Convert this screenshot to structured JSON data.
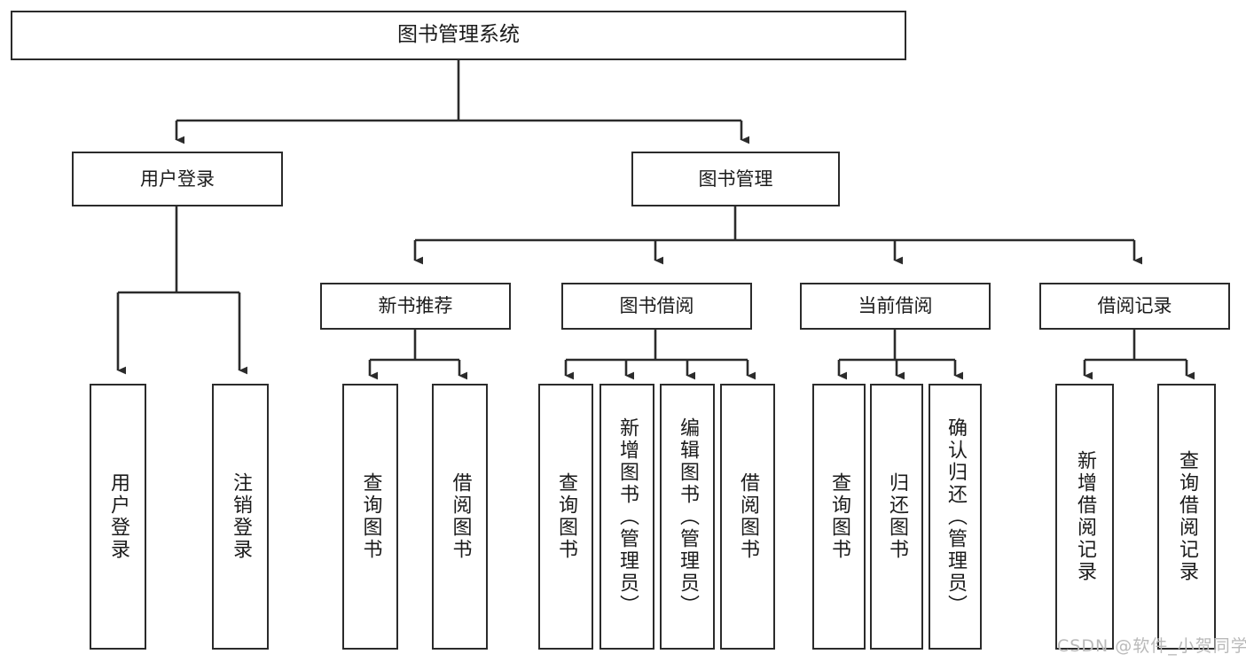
{
  "diagram": {
    "title_node": {
      "label": "图书管理系统"
    },
    "level1": [
      {
        "key": "user_login",
        "label": "用户登录"
      },
      {
        "key": "book_manage",
        "label": "图书管理"
      }
    ],
    "level2": [
      {
        "key": "new_book_rec",
        "label": "新书推荐"
      },
      {
        "key": "book_borrow",
        "label": "图书借阅"
      },
      {
        "key": "current_borrow",
        "label": "当前借阅"
      },
      {
        "key": "borrow_record",
        "label": "借阅记录"
      }
    ],
    "leaves": {
      "user_login": [
        {
          "key": "leaf_user_login",
          "label": "用户登录"
        },
        {
          "key": "leaf_logout",
          "label": "注销登录"
        }
      ],
      "new_book_rec": [
        {
          "key": "leaf_query_book_1",
          "label": "查询图书"
        },
        {
          "key": "leaf_borrow_book_1",
          "label": "借阅图书"
        }
      ],
      "book_borrow": [
        {
          "key": "leaf_query_book_2",
          "label": "查询图书"
        },
        {
          "key": "leaf_add_book",
          "label": "新增图书（管理员）"
        },
        {
          "key": "leaf_edit_book",
          "label": "编辑图书（管理员）"
        },
        {
          "key": "leaf_borrow_book_2",
          "label": "借阅图书"
        }
      ],
      "current_borrow": [
        {
          "key": "leaf_query_book_3",
          "label": "查询图书"
        },
        {
          "key": "leaf_return_book",
          "label": "归还图书"
        },
        {
          "key": "leaf_confirm_return",
          "label": "确认归还（管理员）"
        }
      ],
      "borrow_record": [
        {
          "key": "leaf_add_record",
          "label": "新增借阅记录"
        },
        {
          "key": "leaf_query_record",
          "label": "查询借阅记录"
        }
      ]
    }
  },
  "watermark": {
    "text": "CSDN @软件_小贺同学"
  },
  "colors": {
    "stroke": "#2b2b2b",
    "text": "#1b1b1b",
    "background": "#ffffff",
    "watermark": "#b9b9b9"
  }
}
